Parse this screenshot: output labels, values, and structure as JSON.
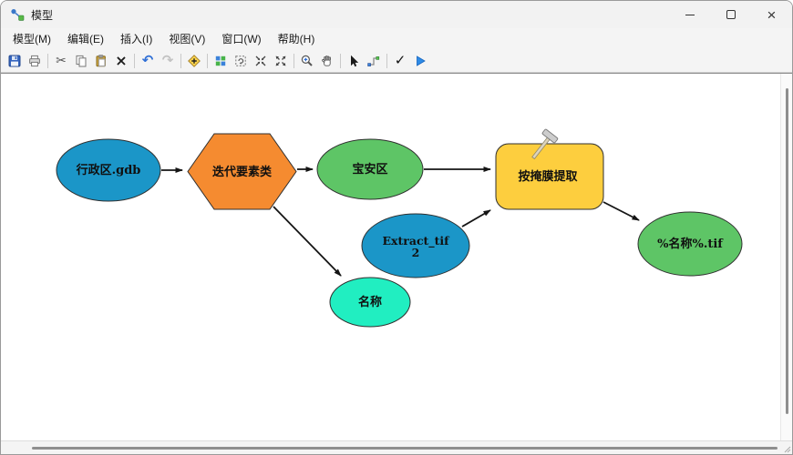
{
  "window": {
    "title": "模型"
  },
  "menu": {
    "items": [
      {
        "label": "模型(M)"
      },
      {
        "label": "编辑(E)"
      },
      {
        "label": "插入(I)"
      },
      {
        "label": "视图(V)"
      },
      {
        "label": "窗口(W)"
      },
      {
        "label": "帮助(H)"
      }
    ]
  },
  "toolbar": {
    "buttons": [
      {
        "name": "save",
        "icon": "floppy-icon"
      },
      {
        "name": "print",
        "icon": "printer-icon"
      },
      {
        "name": "cut",
        "icon": "scissors-icon",
        "glyph": "✂"
      },
      {
        "name": "copy",
        "icon": "copy-icon"
      },
      {
        "name": "paste",
        "icon": "paste-icon"
      },
      {
        "name": "delete",
        "icon": "delete-x-icon",
        "glyph": "×"
      },
      {
        "name": "undo",
        "icon": "undo-arrow-icon",
        "glyph": "↶"
      },
      {
        "name": "redo",
        "icon": "redo-arrow-icon",
        "glyph": "↷",
        "disabled": true
      },
      {
        "name": "add-data",
        "icon": "add-data-diamond-icon"
      },
      {
        "name": "layout-grid",
        "icon": "layout-grid-icon"
      },
      {
        "name": "auto-layout",
        "icon": "auto-layout-icon"
      },
      {
        "name": "fit-to-window",
        "icon": "fit-window-icon"
      },
      {
        "name": "full-extent",
        "icon": "full-extent-icon"
      },
      {
        "name": "zoom-in",
        "icon": "zoom-in-icon"
      },
      {
        "name": "pan",
        "icon": "pan-hand-icon"
      },
      {
        "name": "select",
        "icon": "select-arrow-icon"
      },
      {
        "name": "connect",
        "icon": "connect-icon"
      },
      {
        "name": "validate",
        "icon": "validate-check-icon",
        "glyph": "✓"
      },
      {
        "name": "run",
        "icon": "run-play-icon"
      }
    ]
  },
  "diagram": {
    "nodes": [
      {
        "label": "行政区.gdb",
        "type": "data-variable",
        "shape": "ellipse",
        "fill": "#1b96c8"
      },
      {
        "label": "迭代要素类",
        "type": "iterator",
        "shape": "hexagon",
        "fill": "#f58b30"
      },
      {
        "label": "宝安区",
        "type": "derived-data",
        "shape": "ellipse",
        "fill": "#5ec566"
      },
      {
        "label": "按掩膜提取",
        "type": "tool",
        "shape": "rounded-rect",
        "fill": "#fdce3e"
      },
      {
        "label": "Extract_tif",
        "label_line2": "2",
        "type": "data-variable",
        "shape": "ellipse",
        "fill": "#1b96c8"
      },
      {
        "label": "名称",
        "type": "value-variable",
        "shape": "ellipse",
        "fill": "#21eec1"
      },
      {
        "label": "%名称%.tif",
        "type": "derived-data",
        "shape": "ellipse",
        "fill": "#5ec566"
      }
    ],
    "edges": [
      {
        "from": "行政区.gdb",
        "to": "迭代要素类"
      },
      {
        "from": "迭代要素类",
        "to": "宝安区"
      },
      {
        "from": "迭代要素类",
        "to": "名称"
      },
      {
        "from": "宝安区",
        "to": "按掩膜提取"
      },
      {
        "from": "Extract_tif 2",
        "to": "按掩膜提取"
      },
      {
        "from": "按掩膜提取",
        "to": "%名称%.tif"
      }
    ],
    "edge_color": "#151515",
    "outline_color": "#2f2f2f"
  }
}
